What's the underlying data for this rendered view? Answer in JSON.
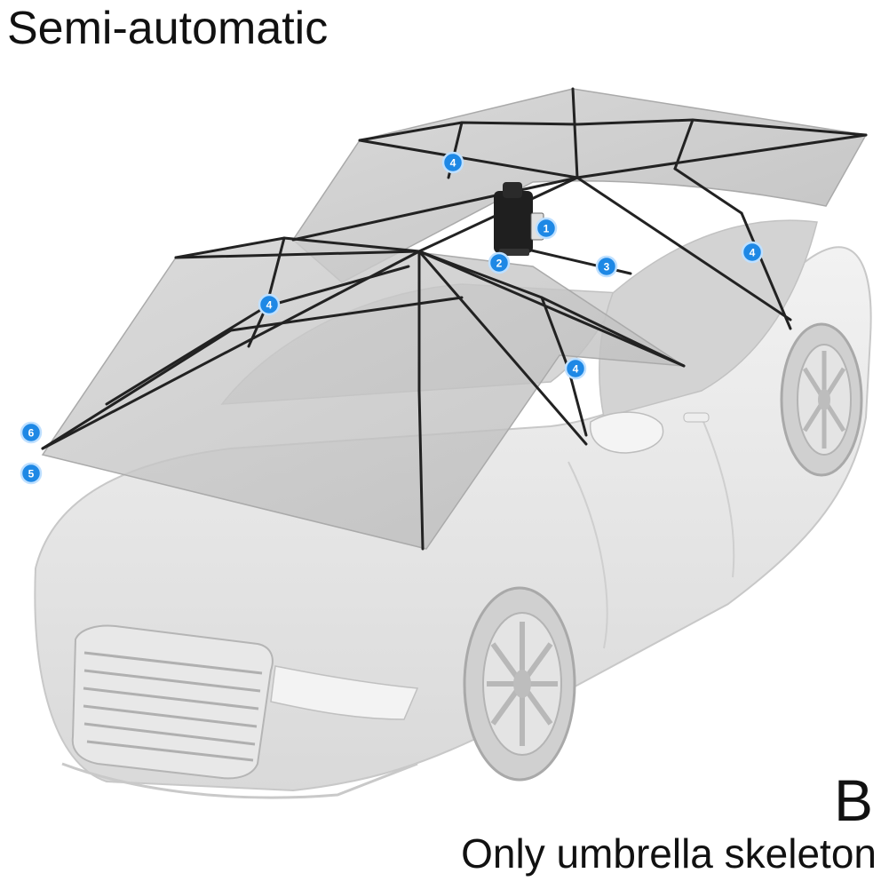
{
  "title": "Semi-automatic",
  "variant": "B",
  "caption": "Only umbrella skeleton",
  "colors": {
    "marker": "#1e88e5",
    "frame": "#222222",
    "car": "#e6e6e6",
    "canopy": "#c9c9c9"
  },
  "markers": [
    {
      "id": "m1",
      "label": "1"
    },
    {
      "id": "m2",
      "label": "2"
    },
    {
      "id": "m3",
      "label": "3"
    },
    {
      "id": "m4a",
      "label": "4"
    },
    {
      "id": "m4b",
      "label": "4"
    },
    {
      "id": "m4c",
      "label": "4"
    },
    {
      "id": "m4d",
      "label": "4"
    },
    {
      "id": "m5",
      "label": "5"
    },
    {
      "id": "m6",
      "label": "6"
    }
  ]
}
